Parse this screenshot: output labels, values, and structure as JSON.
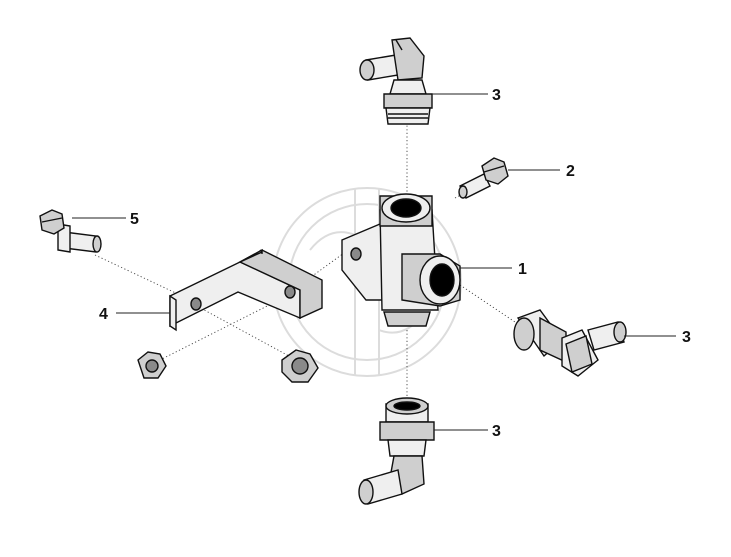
{
  "callouts": {
    "c1": "1",
    "c2": "2",
    "c3_top": "3",
    "c3_right": "3",
    "c3_bottom": "3",
    "c4": "4",
    "c5": "5"
  },
  "colors": {
    "line": "#111111",
    "watermark": "#dcdcdc",
    "background": "#ffffff"
  }
}
